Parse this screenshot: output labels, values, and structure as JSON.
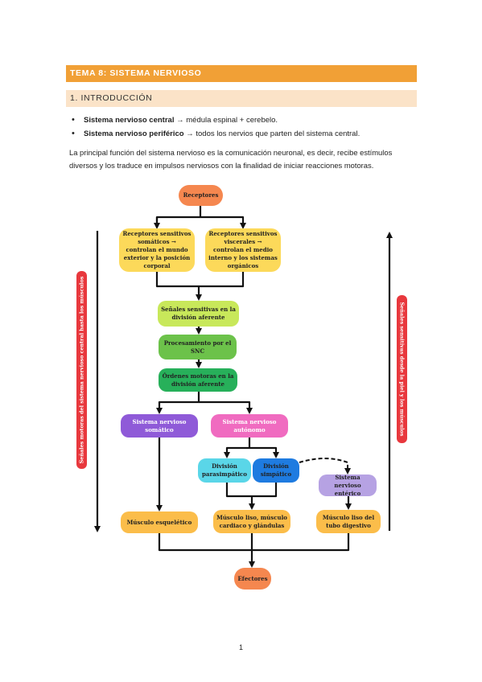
{
  "header": {
    "tema": "TEMA 8: SISTEMA NERVIOSO",
    "section": "1. INTRODUCCIÓN"
  },
  "bullets": [
    {
      "bold": "Sistema nervioso central",
      "rest": " → médula espinal + cerebelo."
    },
    {
      "bold": "Sistema nervioso periférico",
      "rest": " → todos los nervios que parten del sistema central."
    }
  ],
  "paragraph": "La principal función del sistema nervioso es la comunicación neuronal, es decir, recibe estímulos diversos y los traduce en impulsos nerviosos con la finalidad de iniciar reacciones motoras.",
  "diagram": {
    "receptores": "Receptores",
    "rec_somaticos": "Receptores sensitivos somáticos → controlan el mundo exterior y la posición corporal",
    "rec_viscerales": "Receptores sensitivos viscerales → controlan el medio interno y los sistemas orgánicos",
    "senales_aferente": "Señales sensitivas en la división aferente",
    "procesamiento": "Procesamiento por el SNC",
    "ordenes_motoras": "Órdenes motoras en la división aferente",
    "sn_somatico": "Sistema nervioso somático",
    "sn_autonomo": "Sistema nervioso autónomo",
    "parasimpatico": "División parasimpático",
    "simpatico": "División simpático",
    "enterico": "Sistema nervioso entérico",
    "musculo_esqueletico": "Músculo esquelético",
    "musculo_liso": "Músculo liso, músculo cardiaco y glándulas",
    "musculo_tubo": "Músculo liso del tubo digestivo",
    "efectores": "Efectores",
    "left_label": "Señales motoras del sistema nervioso central hasta los músculos",
    "right_label": "Señales sensitivas desde la piel y los músculos"
  },
  "colors": {
    "orange_bar": "#f1a036",
    "peach_bar": "#fbe3c8",
    "receptores": "#f5874f",
    "yellow": "#fcd95a",
    "light_green": "#c8e85a",
    "green": "#6cc24a",
    "dark_green": "#27b05a",
    "purple": "#8f5ad8",
    "pink": "#f06bc0",
    "cyan": "#5ad6e8",
    "blue": "#1e7be0",
    "lilac": "#b6a2e3",
    "orange_box": "#fbbd4a",
    "red_label": "#e8383d"
  },
  "page_number": "1"
}
